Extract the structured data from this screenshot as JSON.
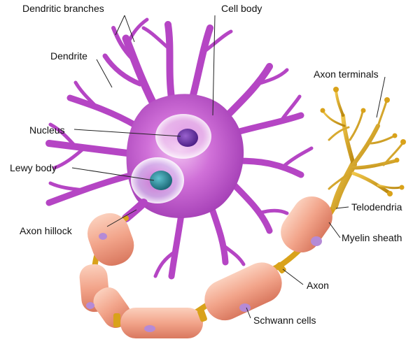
{
  "labels": {
    "dendritic_branches": "Dendritic branches",
    "dendrite": "Dendrite",
    "cell_body": "Cell body",
    "nucleus": "Nucleus",
    "lewy_body": "Lewy body",
    "axon_hillock": "Axon hillock",
    "axon_terminals": "Axon terminals",
    "telodendria": "Telodendria",
    "myelin_sheath": "Myelin sheath",
    "axon": "Axon",
    "schwann_cells": "Schwann cells"
  },
  "colors": {
    "cell_body": "#b545c4",
    "cell_body_light": "#e59be9",
    "nucleus": "#6a2fa0",
    "lewy_body": "#2e8c9c",
    "myelin": "#f2a48a",
    "myelin_dark": "#d9785f",
    "axon": "#d9a21a",
    "schwann_nucleus": "#b58ad6",
    "leader_line": "#222222"
  }
}
